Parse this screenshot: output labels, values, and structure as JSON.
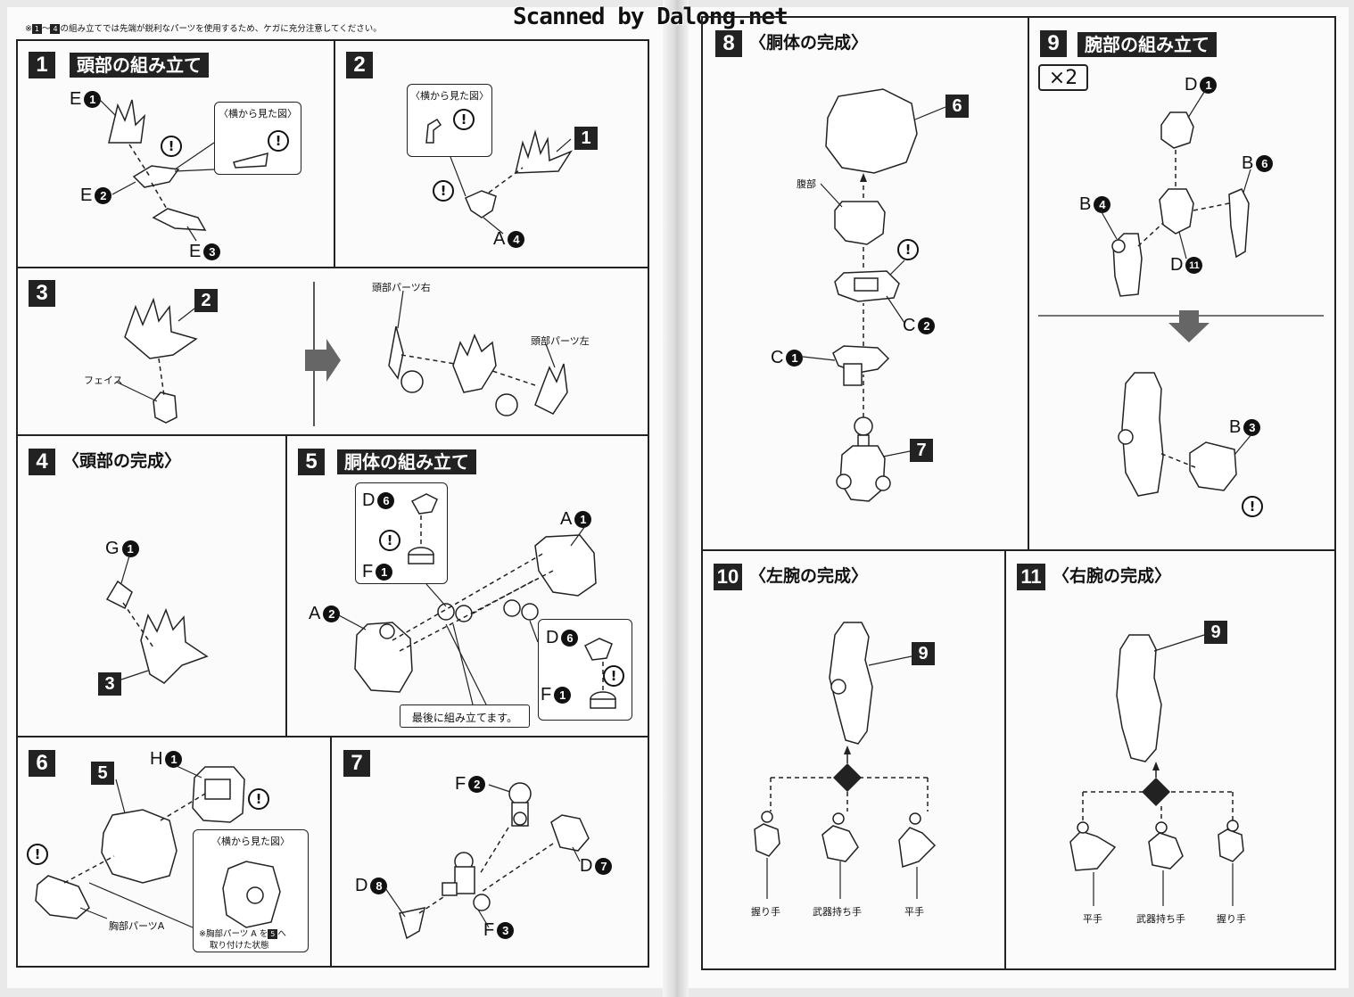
{
  "watermark": "Scanned by Dalong.net",
  "top_note": {
    "prefix": "※",
    "from": "1",
    "to": "4",
    "text": "の組み立てでは先端が鋭利なパーツを使用するため、ケガに充分注意してください。",
    "range_sep": "～"
  },
  "warning_symbol": "!",
  "steps": {
    "s1": {
      "num": "1",
      "title": "頭部の組み立て",
      "callout": "〈横から見た図〉",
      "parts": [
        {
          "l": "E",
          "n": "1"
        },
        {
          "l": "E",
          "n": "2"
        },
        {
          "l": "E",
          "n": "3"
        }
      ]
    },
    "s2": {
      "num": "2",
      "callout": "〈横から見た図〉",
      "ref": "1",
      "parts": [
        {
          "l": "A",
          "n": "4"
        }
      ]
    },
    "s3": {
      "num": "3",
      "ref": "2",
      "label_face": "フェイス",
      "label_right": "頭部パーツ右",
      "label_left": "頭部パーツ左"
    },
    "s4": {
      "num": "4",
      "title": "〈頭部の完成〉",
      "ref": "3",
      "parts": [
        {
          "l": "G",
          "n": "1"
        }
      ]
    },
    "s5": {
      "num": "5",
      "title": "胴体の組み立て",
      "parts": [
        {
          "l": "D",
          "n": "6"
        },
        {
          "l": "F",
          "n": "1"
        },
        {
          "l": "A",
          "n": "1"
        },
        {
          "l": "A",
          "n": "2"
        },
        {
          "l": "D",
          "n": "6"
        },
        {
          "l": "F",
          "n": "1"
        }
      ],
      "note": "最後に組み立てます。"
    },
    "s6": {
      "num": "6",
      "ref": "5",
      "callout": "〈横から見た図〉",
      "parts": [
        {
          "l": "H",
          "n": "1"
        }
      ],
      "label_chest": "胸部パーツA",
      "callout_note_1": "※胸部パーツ A を",
      "callout_note_ref": "5",
      "callout_note_2": "へ",
      "callout_note_3": "取り付けた状態"
    },
    "s7": {
      "num": "7",
      "parts": [
        {
          "l": "F",
          "n": "2"
        },
        {
          "l": "D",
          "n": "7"
        },
        {
          "l": "D",
          "n": "8"
        },
        {
          "l": "F",
          "n": "3"
        }
      ]
    },
    "s8": {
      "num": "8",
      "title": "〈胴体の完成〉",
      "ref_top": "6",
      "ref_bottom": "7",
      "label_abdomen": "腹部",
      "parts": [
        {
          "l": "C",
          "n": "2"
        },
        {
          "l": "C",
          "n": "1"
        }
      ]
    },
    "s9": {
      "num": "9",
      "title": "腕部の組み立て",
      "multiplier": "×2",
      "parts": [
        {
          "l": "D",
          "n": "1"
        },
        {
          "l": "B",
          "n": "6"
        },
        {
          "l": "B",
          "n": "4"
        },
        {
          "l": "D",
          "n": "11"
        },
        {
          "l": "B",
          "n": "3"
        }
      ]
    },
    "s10": {
      "num": "10",
      "title": "〈左腕の完成〉",
      "ref": "9",
      "hands": [
        "握り手",
        "武器持ち手",
        "平手"
      ]
    },
    "s11": {
      "num": "11",
      "title": "〈右腕の完成〉",
      "ref": "9",
      "hands": [
        "平手",
        "武器持ち手",
        "握り手"
      ]
    }
  }
}
